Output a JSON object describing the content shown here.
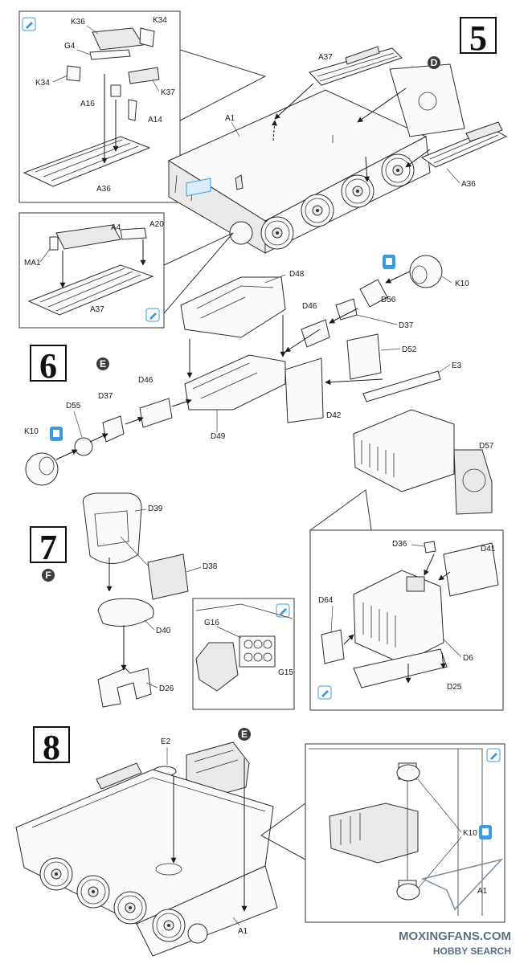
{
  "steps": {
    "s5": "5",
    "s6": "6",
    "s7": "7",
    "s8": "8"
  },
  "badges": {
    "d": "D",
    "e1": "E",
    "f": "F",
    "e2": "E"
  },
  "labels": {
    "k36": "K36",
    "k34a": "K34",
    "g4": "G4",
    "k34b": "K34",
    "k37": "K37",
    "a16": "A16",
    "a14": "A14",
    "a36a": "A36",
    "a37a": "A37",
    "a1a": "A1",
    "a36b": "A36",
    "a4": "A4",
    "a20": "A20",
    "ma1": "MA1",
    "a37b": "A37",
    "d48": "D48",
    "k10a": "K10",
    "d56": "D56",
    "d46a": "D46",
    "d37a": "D37",
    "d52": "D52",
    "e3": "E3",
    "d42": "D42",
    "d46b": "D46",
    "d55": "D55",
    "d37b": "D37",
    "k10b": "K10",
    "d49": "D49",
    "d57": "D57",
    "d39": "D39",
    "d38": "D38",
    "d40": "D40",
    "d26": "D26",
    "g16": "G16",
    "g15": "G15",
    "d36": "D36",
    "d41": "D41",
    "d64": "D64",
    "d6": "D6",
    "d25": "D25",
    "e2": "E2",
    "a1b": "A1",
    "k10c": "K10",
    "a1c": "A1"
  },
  "watermark": {
    "line1": "MOXINGFANS.COM",
    "line2": "HOBBY SEARCH"
  },
  "colors": {
    "badge_dark": "#3c3c3c",
    "detail_blue": "#3a9be0"
  }
}
